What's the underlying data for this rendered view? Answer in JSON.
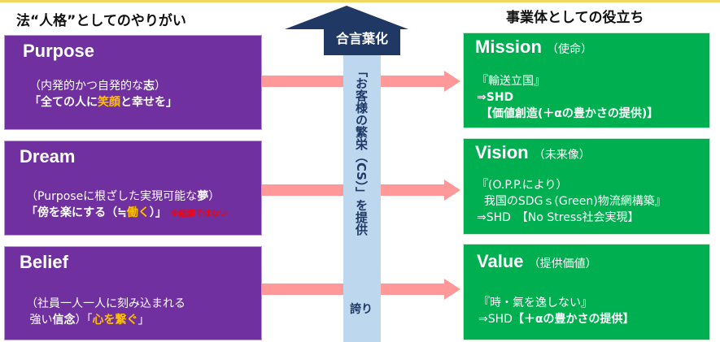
{
  "left_header": "法“人格”としてのやりがい",
  "right_header": "事業体としての役立ち",
  "center": {
    "arrow_label": "合言葉化",
    "vertical_text": "「お客様の繁栄（CS）」を提供",
    "bottom_text": "誇り"
  },
  "left_boxes": [
    {
      "title": "Purpose",
      "line1": "（内発的かつ自発的な",
      "line1_bold": "志",
      "line1_end": "）",
      "line2_a": "「全ての人に",
      "line2_hl": "笑顔",
      "line2_b": "と幸せを」"
    },
    {
      "title": "Dream",
      "line1": "（Purposeに根ざした実現可能な",
      "line1_bold": "夢",
      "line1_end": "）",
      "line2_a": "「傍を楽にする（≒",
      "line2_hl": "働く",
      "line2_b": "）」",
      "note": "※語源ではない"
    },
    {
      "title": "Belief",
      "line1": "（社員一人一人に刻み込まれる",
      "line2_a": " 強い",
      "line2_bold": "信念",
      "line2_b": "）「",
      "line2_hl": "心を繋ぐ",
      "line2_c": "」"
    }
  ],
  "right_boxes": [
    {
      "title": "Mission",
      "subtitle": "（使命）",
      "line1": "『輸送立国』",
      "line2": "⇒SHD",
      "line3": " 【価値創造(＋αの豊かさの提供)】"
    },
    {
      "title": "Vision",
      "subtitle": "（未来像）",
      "line1": "『(O.P.P.により）",
      "line2": "  我国のSDGｓ(Green)物流網構築』",
      "line3": "⇒SHD　【No Stress社会実現】"
    },
    {
      "title": "Value",
      "subtitle": "（提供価値）",
      "line1": "『時・氣を逸しない』",
      "line2": "⇒SHD",
      "line2_bold": "【＋αの豊かさの提供】"
    }
  ],
  "colors": {
    "purple": "#7030a0",
    "green": "#00b050",
    "navy": "#1f3864",
    "light_blue": "#bdd7ee",
    "pink": "#ff9999",
    "highlight": "#ffc000"
  }
}
